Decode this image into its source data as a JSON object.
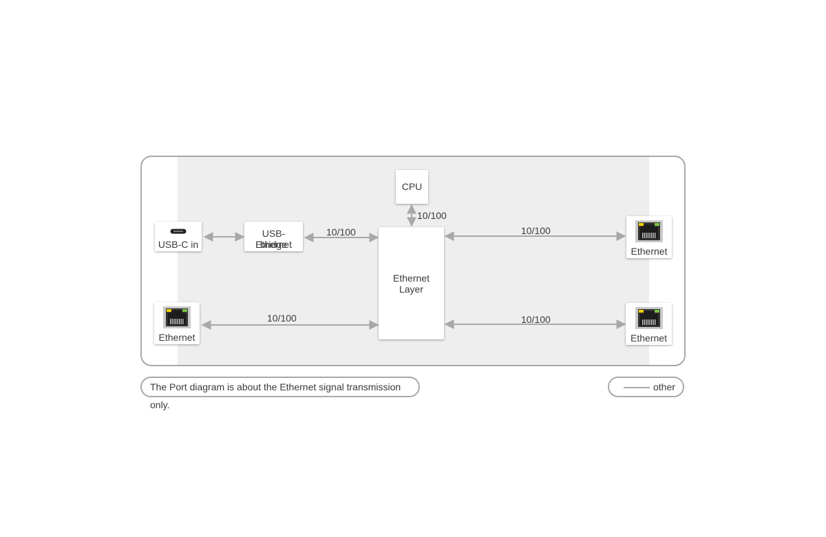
{
  "nodes": {
    "usbc": {
      "label": "USB-C in"
    },
    "bridge": {
      "line1": "USB-Ethernet",
      "line2": "bridge"
    },
    "cpu": {
      "label": "CPU"
    },
    "ethernet_layer": {
      "line1": "Ethernet",
      "line2": "Layer"
    },
    "eth_left": {
      "label": "Ethernet"
    },
    "eth_right_top": {
      "label": "Ethernet"
    },
    "eth_right_bottom": {
      "label": "Ethernet"
    }
  },
  "links": {
    "bridge_to_layer": "10/100",
    "cpu_to_layer": "10/100",
    "layer_to_right_top": "10/100",
    "left_to_layer": "10/100",
    "layer_to_right_bottom": "10/100"
  },
  "footer": {
    "note": "The Port diagram is about the Ethernet signal transmission only.",
    "legend_other": "other"
  },
  "colors": {
    "line": "#a8a8a8",
    "shaded_area": "#eeeeee",
    "led_yellow": "#f2d200",
    "led_green": "#7cc243"
  }
}
